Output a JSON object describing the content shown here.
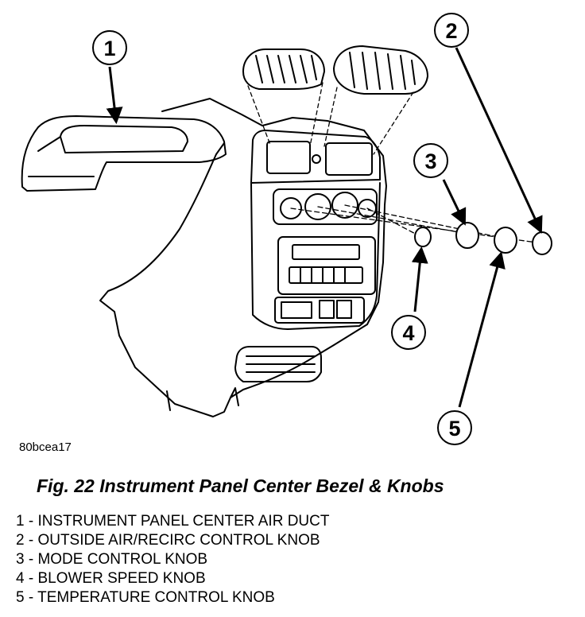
{
  "figure": {
    "code": "80bcea17",
    "caption": "Fig. 22 Instrument Panel Center Bezel & Knobs",
    "callouts": [
      "1",
      "2",
      "3",
      "4",
      "5"
    ],
    "legend": [
      "1 - INSTRUMENT PANEL CENTER AIR DUCT",
      "2 - OUTSIDE AIR/RECIRC CONTROL KNOB",
      "3 - MODE CONTROL KNOB",
      "4 - BLOWER SPEED KNOB",
      "5 - TEMPERATURE CONTROL KNOB"
    ]
  }
}
